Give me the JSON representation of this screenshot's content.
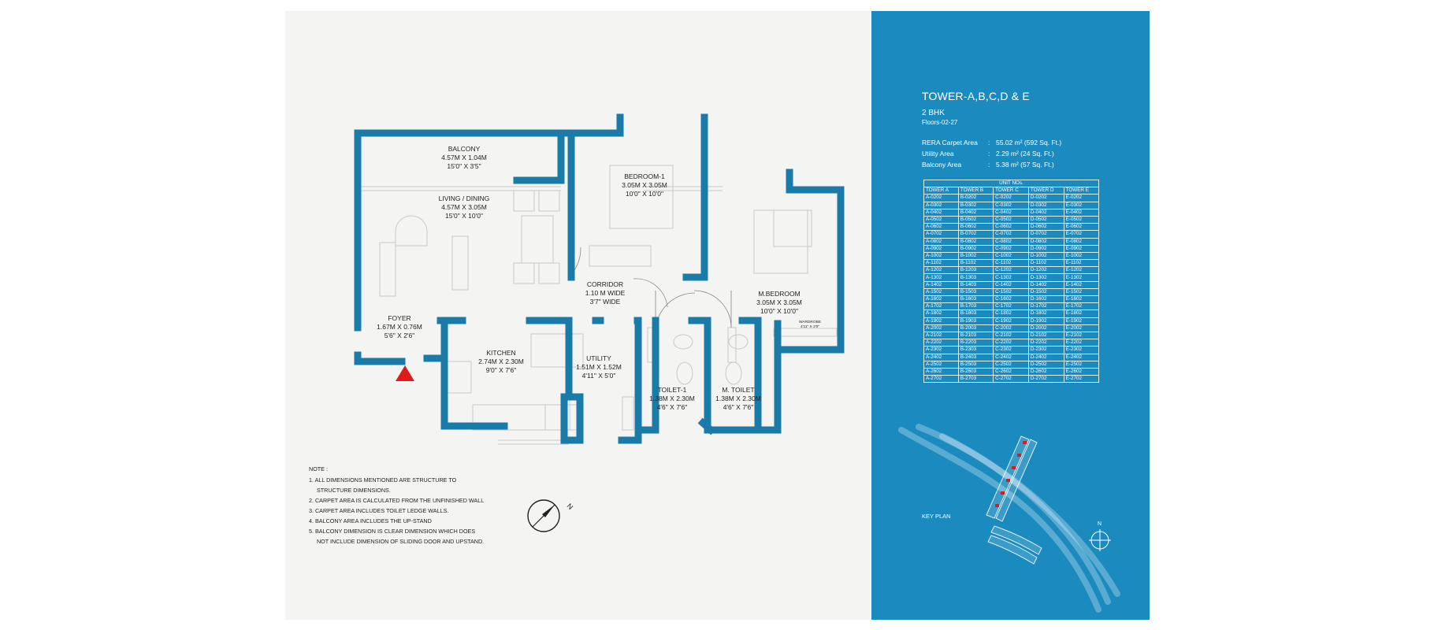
{
  "plan": {
    "rooms": {
      "balcony": {
        "name": "BALCONY",
        "metric": "4.57M X 1.04M",
        "imperial": "15'0\" X 3'5\""
      },
      "living": {
        "name": "LIVING / DINING",
        "metric": "4.57M X 3.05M",
        "imperial": "15'0\" X 10'0\""
      },
      "bedroom1": {
        "name": "BEDROOM-1",
        "metric": "3.05M X 3.05M",
        "imperial": "10'0\" X 10'0\""
      },
      "mbedroom": {
        "name": "M.BEDROOM",
        "metric": "3.05M X 3.05M",
        "imperial": "10'0\" X 10'0\""
      },
      "corridor": {
        "name": "CORRIDOR",
        "metric": "1.10 M WIDE",
        "imperial": "3'7\" WIDE"
      },
      "foyer": {
        "name": "FOYER",
        "metric": "1.67M X 0.76M",
        "imperial": "5'6\" X 2'6\""
      },
      "kitchen": {
        "name": "KITCHEN",
        "metric": "2.74M X 2.30M",
        "imperial": "9'0\" X 7'6\""
      },
      "utility": {
        "name": "UTILITY",
        "metric": "1.51M X 1.52M",
        "imperial": "4'11\" X 5'0\""
      },
      "toilet1": {
        "name": "TOILET-1",
        "metric": "1.38M X 2.30M",
        "imperial": "4'6\" X 7'6\""
      },
      "mtoilet": {
        "name": "M. TOILET",
        "metric": "1.38M X 2.30M",
        "imperial": "4'6\" X 7'6\""
      },
      "wardrobe": {
        "name": "WARDROBE",
        "metric": "4'11\" X 2'0\""
      }
    },
    "compass_label": "N",
    "notes": {
      "title": "NOTE :",
      "lines": [
        "1.  ALL DIMENSIONS MENTIONED ARE STRUCTURE TO",
        "     STRUCTURE DIMENSIONS.",
        "2.  CARPET AREA IS CALCULATED FROM THE UNFINISHED WALL",
        "3.  CARPET AREA INCLUDES TOILET LEDGE WALLS.",
        "4.  BALCONY AREA INCLUDES THE UP-STAND",
        "5.  BALCONY DIMENSION IS CLEAR DIMENSION WHICH DOES",
        "     NOT INCLUDE DIMENSION OF SLIDING DOOR AND UPSTAND."
      ]
    }
  },
  "info": {
    "title": "TOWER-A,B,C,D & E",
    "type": "2 BHK",
    "floors": "Floors-02-27",
    "areas": [
      {
        "label": "RERA Carpet Area",
        "sep": ":",
        "value": "55.02 m² (592 Sq. Ft.)"
      },
      {
        "label": "Utility Area",
        "sep": ":",
        "value": "2.29 m² (24 Sq. Ft.)"
      },
      {
        "label": "Balcony Area",
        "sep": ":",
        "value": "5.38 m² (57 Sq. Ft.)"
      }
    ],
    "units_caption": "UNIT NOs.",
    "units_headers": [
      "TOWER A",
      "TOWER B",
      "TOWER C",
      "TOWER D",
      "TOWER E"
    ],
    "units_rows": [
      [
        "A-0202",
        "B-0202",
        "C-0202",
        "D-0202",
        "E-0202"
      ],
      [
        "A-0302",
        "B-0302",
        "C-0302",
        "D-0302",
        "E-0302"
      ],
      [
        "A-0402",
        "B-0402",
        "C-0402",
        "D-0402",
        "E-0402"
      ],
      [
        "A-0502",
        "B-0502",
        "C-0502",
        "D-0502",
        "E-0502"
      ],
      [
        "A-0602",
        "B-0602",
        "C-0602",
        "D-0602",
        "E-0602"
      ],
      [
        "A-0702",
        "B-0702",
        "C-0702",
        "D-0702",
        "E-0702"
      ],
      [
        "A-0802",
        "B-0802",
        "C-0802",
        "D-0802",
        "E-0802"
      ],
      [
        "A-0902",
        "B-0902",
        "C-0902",
        "D-0902",
        "E-0902"
      ],
      [
        "A-1002",
        "B-1002",
        "C-1002",
        "D-1002",
        "E-1002"
      ],
      [
        "A-1102",
        "B-1102",
        "C-1102",
        "D-1102",
        "E-1102"
      ],
      [
        "A-1202",
        "B-1203",
        "C-1202",
        "D-1202",
        "E-1202"
      ],
      [
        "A-1302",
        "B-1303",
        "C-1302",
        "D-1302",
        "E-1302"
      ],
      [
        "A-1402",
        "B-1403",
        "C-1402",
        "D-1402",
        "E-1402"
      ],
      [
        "A-1502",
        "B-1503",
        "C-1502",
        "D-1502",
        "E-1502"
      ],
      [
        "A-1602",
        "B-1603",
        "C-1602",
        "D-1602",
        "E-1602"
      ],
      [
        "A-1702",
        "B-1703",
        "C-1702",
        "D-1702",
        "E-1702"
      ],
      [
        "A-1802",
        "B-1803",
        "C-1802",
        "D-1802",
        "E-1802"
      ],
      [
        "A-1902",
        "B-1903",
        "C-1902",
        "D-1902",
        "E-1902"
      ],
      [
        "A-2002",
        "B-2003",
        "C-2002",
        "D-2002",
        "E-2002"
      ],
      [
        "A-2102",
        "B-2103",
        "C-2102",
        "D-2102",
        "E-2102"
      ],
      [
        "A-2202",
        "B-2203",
        "C-2202",
        "D-2202",
        "E-2202"
      ],
      [
        "A-2302",
        "B-2303",
        "C-2302",
        "D-2302",
        "E-2302"
      ],
      [
        "A-2402",
        "B-2403",
        "C-2402",
        "D-2402",
        "E-2402"
      ],
      [
        "A-2502",
        "B-2503",
        "C-2502",
        "D-2502",
        "E-2502"
      ],
      [
        "A-2602",
        "B-2603",
        "C-2602",
        "D-2602",
        "E-2602"
      ],
      [
        "A-2702",
        "B-2703",
        "C-2702",
        "D-2702",
        "E-2702"
      ]
    ],
    "key_plan_label": "KEY PLAN",
    "key_compass_label": "N"
  },
  "colors": {
    "wall": "#1b7ba8",
    "panel": "#1b8bbf",
    "entry_marker": "#e0191b",
    "sheet": "#f4f4f2"
  }
}
